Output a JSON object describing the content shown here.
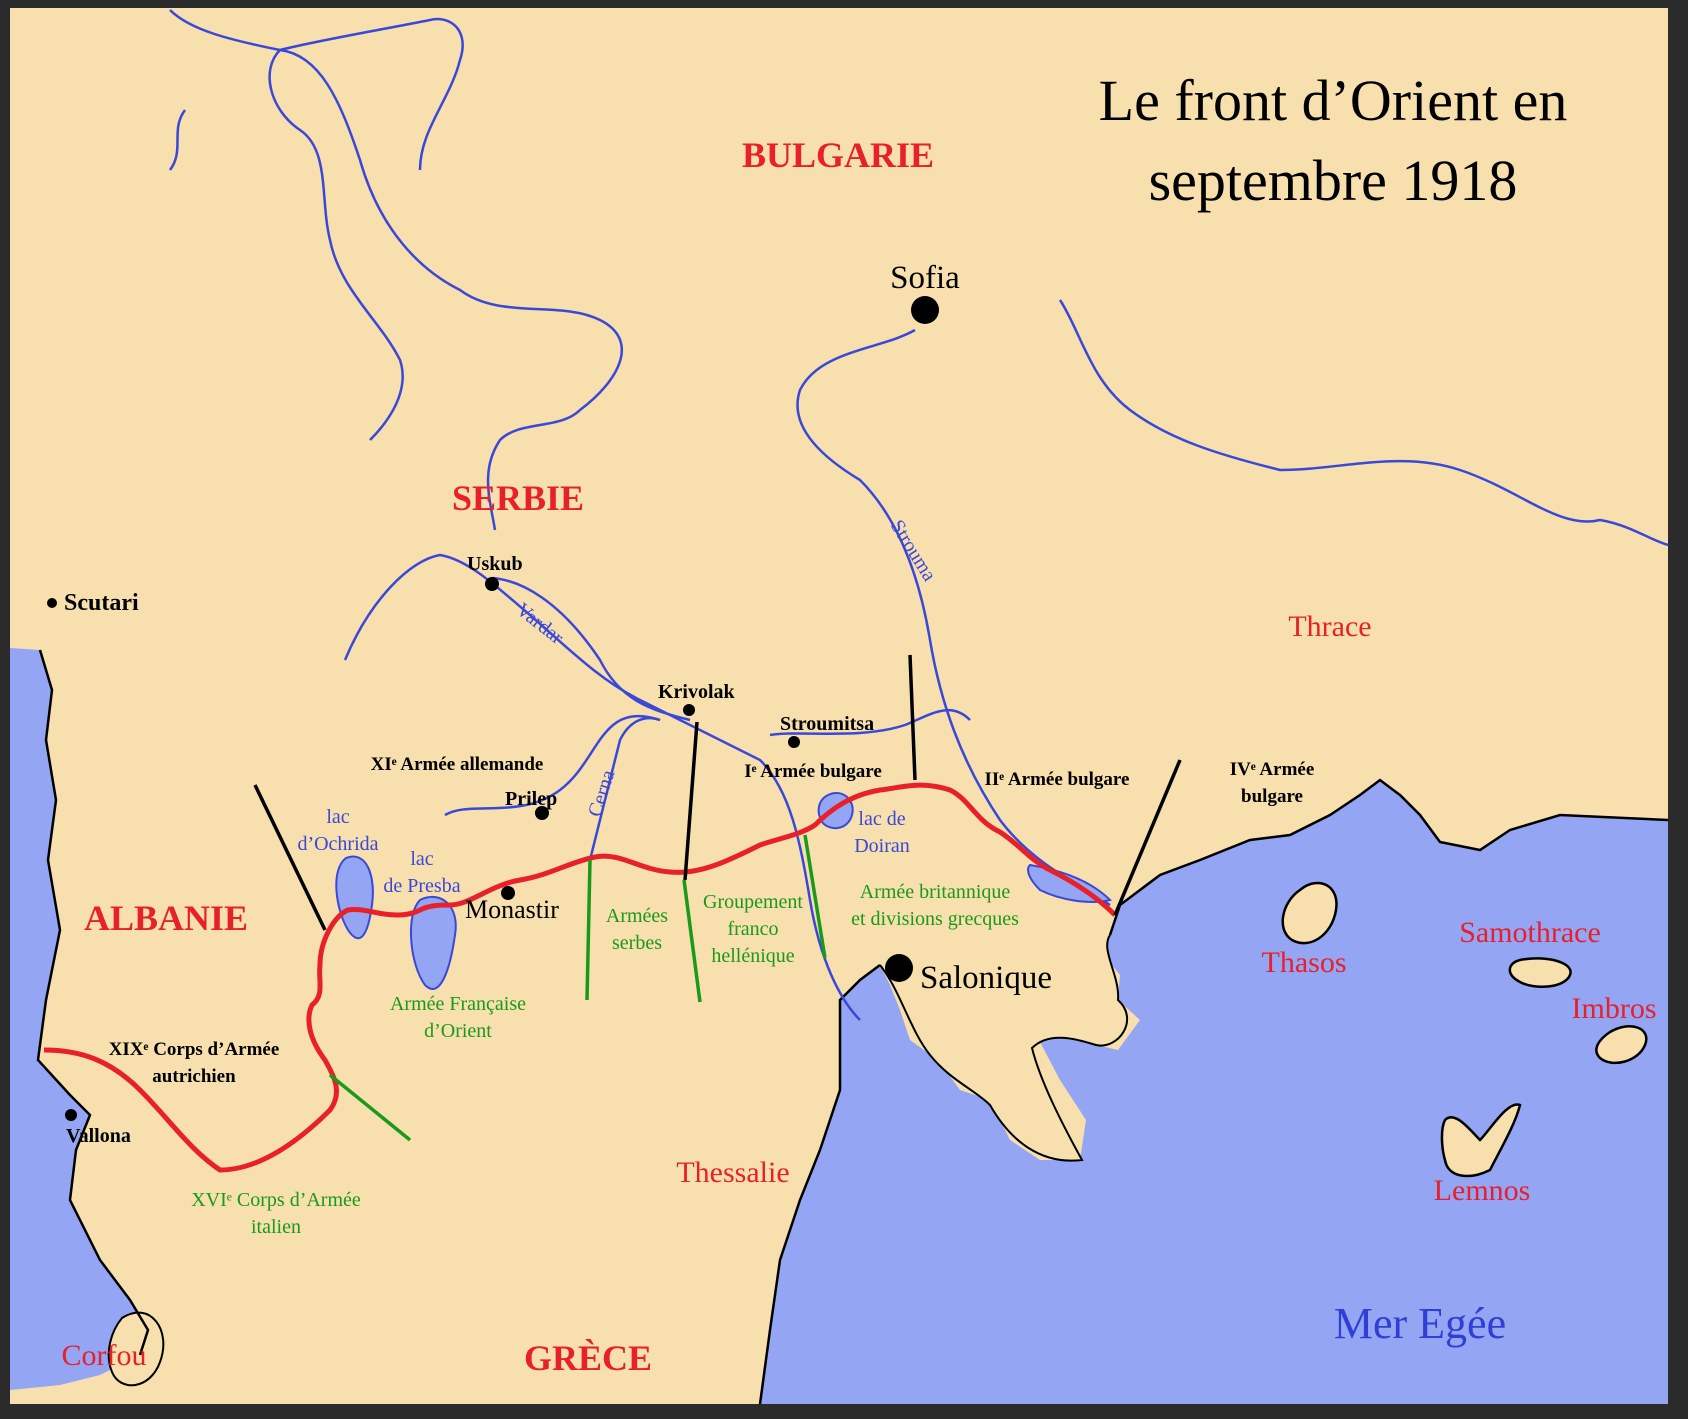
{
  "title_line1": "Le front d’Orient en",
  "title_line2": "septembre 1918",
  "colors": {
    "land": "#f7dfae",
    "sea": "#93a5f3",
    "river": "#3a48d8",
    "front_line": "#e8202a",
    "allied_label": "#1a9a1a",
    "axis_label": "#000000",
    "frame": "#2b2b2b"
  },
  "countries": {
    "bulgarie": "BULGARIE",
    "serbie": "SERBIE",
    "albanie": "ALBANIE",
    "grece": "GRÈCE"
  },
  "regions": {
    "thrace": "Thrace",
    "thessalie": "Thessalie",
    "thasos": "Thasos",
    "samothrace": "Samothrace",
    "imbros": "Imbros",
    "lemnos": "Lemnos",
    "corfou": "Corfou"
  },
  "sea_label": "Mer Egée",
  "cities": {
    "sofia": "Sofia",
    "salonique": "Salonique",
    "monastir": "Monastir",
    "scutari": "Scutari",
    "uskub": "Uskub",
    "krivolak": "Krivolak",
    "stroumitsa": "Stroumitsa",
    "prilep": "Prilep",
    "vallona": "Vallona"
  },
  "rivers": {
    "vardar": "Vardar",
    "strouma": "Strouma",
    "cerna": "Cerna"
  },
  "lakes": {
    "ochrida_1": "lac",
    "ochrida_2": "d’Ochrida",
    "presba_1": "lac",
    "presba_2": "de Presba",
    "doiran_1": "lac de",
    "doiran_2": "Doiran"
  },
  "axis_armies": {
    "xi_allemande": "XIᵉ Armée allemande",
    "i_bulgare": "Iᵉ Armée bulgare",
    "ii_bulgare": "IIᵉ Armée bulgare",
    "iv_bulgare_1": "IVᵉ Armée",
    "iv_bulgare_2": "bulgare",
    "xix_corps_1": "XIXᵉ Corps d’Armée",
    "xix_corps_2": "autrichien"
  },
  "allied_armies": {
    "francaise_1": "Armée Française",
    "francaise_2": "d’Orient",
    "serbes_1": "Armées",
    "serbes_2": "serbes",
    "groupement_1": "Groupement",
    "groupement_2": "franco",
    "groupement_3": "hellénique",
    "britannique_1": "Armée britannique",
    "britannique_2": "et divisions grecques",
    "xvi_corps_1": "XVIᵉ Corps d’Armée",
    "xvi_corps_2": "italien"
  }
}
